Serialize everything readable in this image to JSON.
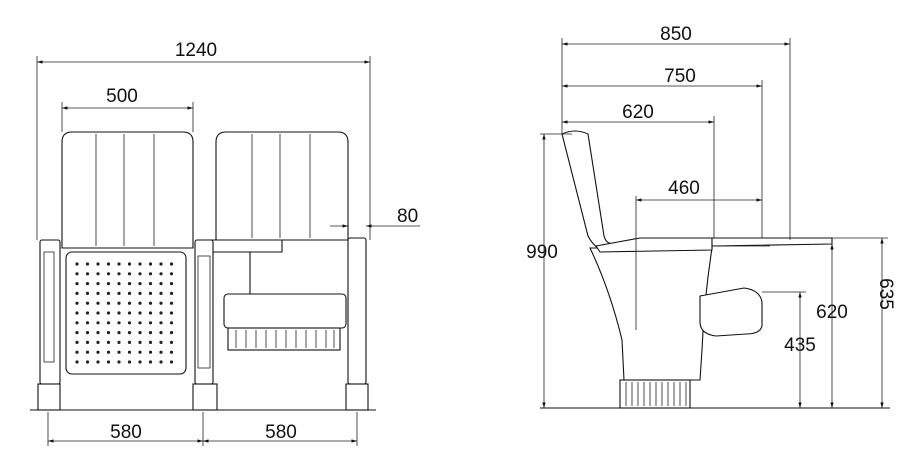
{
  "front_view": {
    "overall_width": "1240",
    "seat_width": "500",
    "armrest_width": "80",
    "pitch_left": "580",
    "pitch_right": "580"
  },
  "side_view": {
    "overall_depth": "850",
    "tablet_depth": "750",
    "back_depth": "620",
    "seat_depth": "460",
    "overall_height": "990",
    "armrest_height": "635",
    "tablet_height": "620",
    "seat_height": "435"
  }
}
